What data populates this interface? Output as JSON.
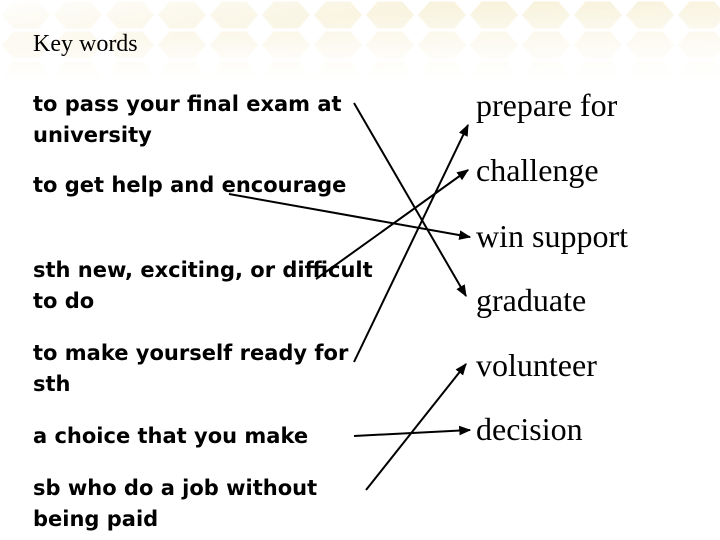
{
  "heading": "Key words",
  "definitions": [
    "to pass your final exam at university",
    "to get help and encourage",
    "sth new, exciting, or difficult to do",
    "to make yourself ready for sth",
    "a choice that you make",
    "sb who do a job without being paid"
  ],
  "words": [
    "prepare for",
    "challenge",
    "win support",
    "graduate",
    "volunteer",
    "decision"
  ],
  "colors": {
    "pattern": "#f6efd2",
    "text": "#000000"
  }
}
